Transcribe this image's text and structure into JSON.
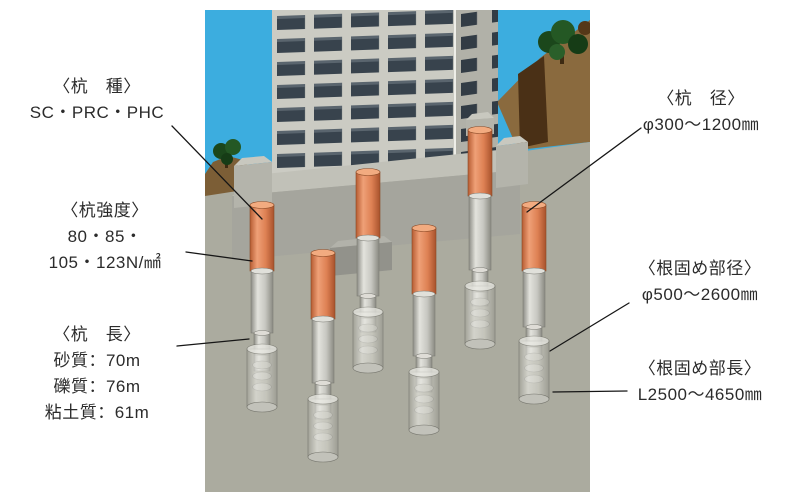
{
  "labels": {
    "pile_type": {
      "title": "〈杭　種〉",
      "lines": [
        "SC・PRC・PHC"
      ]
    },
    "pile_strength": {
      "title": "〈杭強度〉",
      "lines": [
        "80・85・",
        "105・123N/㎟"
      ]
    },
    "pile_length": {
      "title": "〈杭　長〉",
      "lines": [
        "砂質：70m",
        "礫質：76m",
        "粘土質：61m"
      ]
    },
    "pile_diameter": {
      "title": "〈杭　径〉",
      "lines": [
        "φ300～1200㎜"
      ]
    },
    "root_diameter": {
      "title": "〈根固め部径〉",
      "lines": [
        "φ500～2600㎜"
      ]
    },
    "root_length": {
      "title": "〈根固め部長〉",
      "lines": [
        "L2500～4650㎜"
      ]
    }
  },
  "illustration_colors": {
    "sky": "#3caddf",
    "ground": "#abab9f",
    "soil_brown": "#8a6a3e",
    "tree_green": "#1b471b",
    "building_wall": "#cbcbc3",
    "window": "#38434d",
    "foundation": "#a5a59d",
    "pile_upper_orange": "#de8154",
    "pile_shaft_gray": "#c7c7c1"
  }
}
